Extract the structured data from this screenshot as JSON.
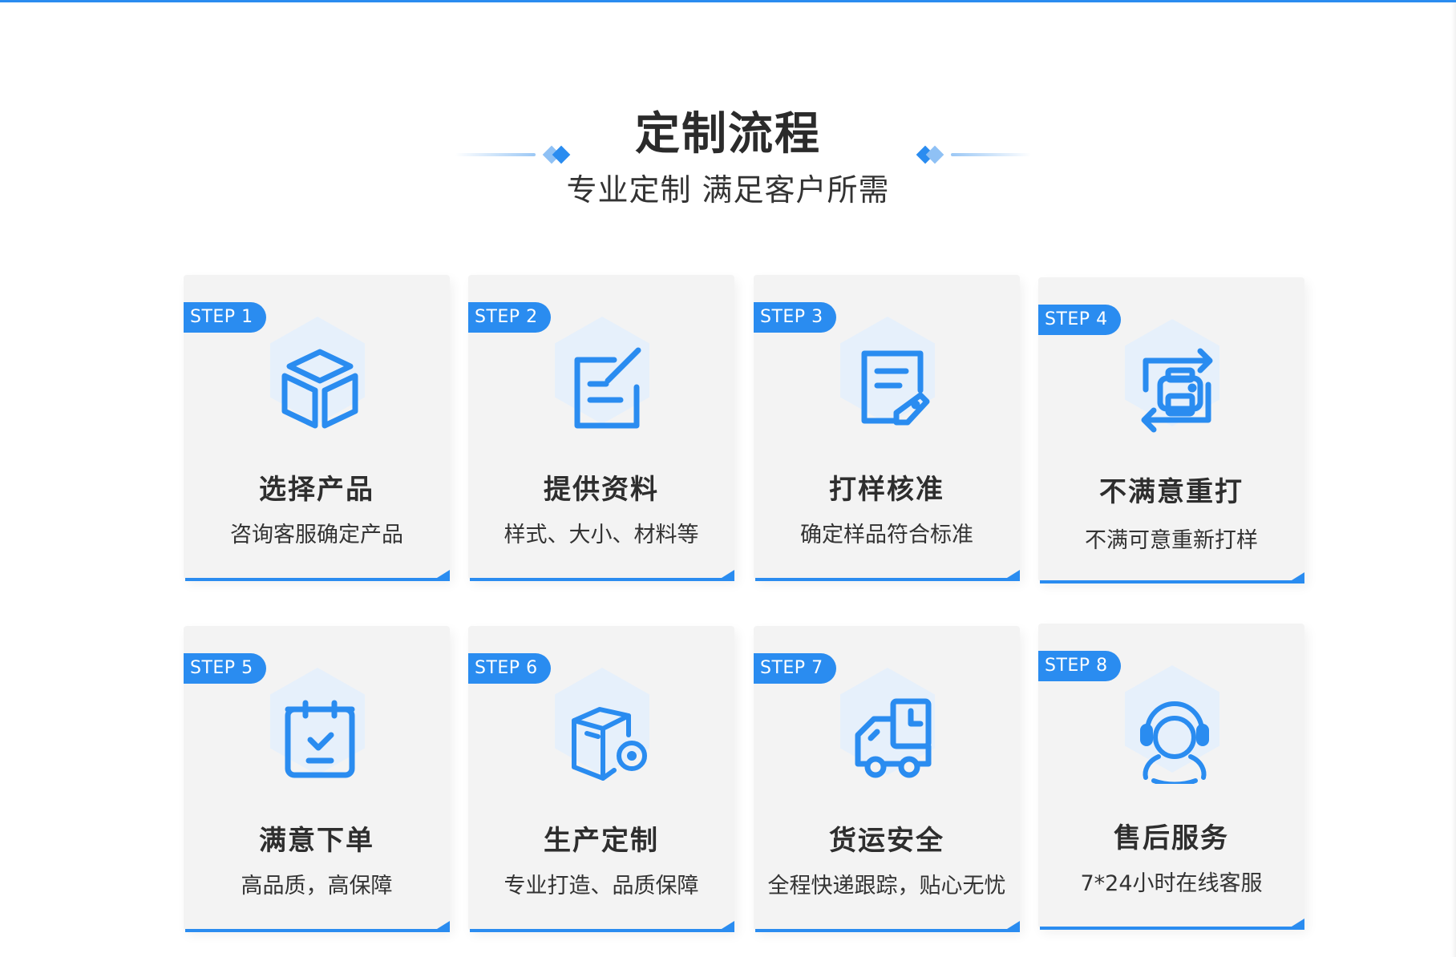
{
  "header": {
    "title": "定制流程",
    "subtitle": "专业定制 满足客户所需"
  },
  "colors": {
    "accent": "#2a8cf0",
    "accent_light": "#9cc8f5",
    "card_bg": "#f3f3f3",
    "hex_bg": "#e6f0fb",
    "text_dark": "#2e2e2e"
  },
  "steps": [
    {
      "badge": "STEP 1",
      "icon": "cube-icon",
      "title": "选择产品",
      "desc": "咨询客服确定产品"
    },
    {
      "badge": "STEP 2",
      "icon": "edit-document-icon",
      "title": "提供资料",
      "desc": "样式、大小、材料等"
    },
    {
      "badge": "STEP 3",
      "icon": "document-tag-icon",
      "title": "打样核准",
      "desc": "确定样品符合标准"
    },
    {
      "badge": "STEP 4",
      "icon": "printer-cycle-icon",
      "title": "不满意重打",
      "desc": "不满可意重新打样"
    },
    {
      "badge": "STEP 5",
      "icon": "calendar-check-icon",
      "title": "满意下单",
      "desc": "高品质，高保障"
    },
    {
      "badge": "STEP 6",
      "icon": "box-gear-icon",
      "title": "生产定制",
      "desc": "专业打造、品质保障"
    },
    {
      "badge": "STEP 7",
      "icon": "delivery-truck-icon",
      "title": "货运安全",
      "desc": "全程快递跟踪，贴心无忧"
    },
    {
      "badge": "STEP 8",
      "icon": "headset-support-icon",
      "title": "售后服务",
      "desc": "7*24小时在线客服"
    }
  ]
}
